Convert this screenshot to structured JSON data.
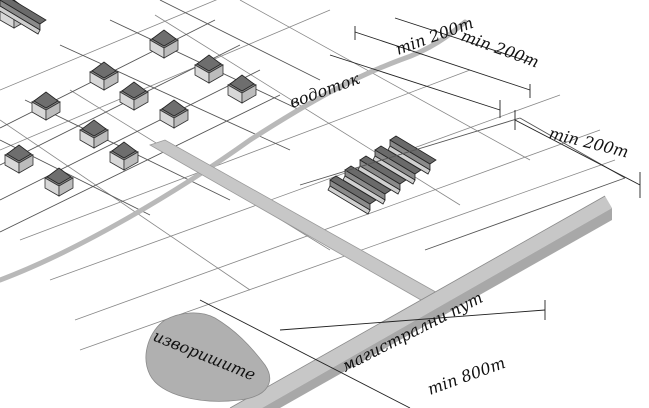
{
  "labels": {
    "watercourse": "водоток",
    "main_road": "магистрални пут",
    "spring": "изворишите",
    "dim_top_1": "min 200m",
    "dim_top_2": "min 200m",
    "dim_farm": "min 200m",
    "dim_road": "min 800m"
  },
  "colors": {
    "background": "#ffffff",
    "grid_line": "#555555",
    "dim_line": "#222222",
    "road": "#c7c7c7",
    "road_edge": "#9a9a9a",
    "watercourse": "#b9b9b9",
    "spring_area": "#b0b0b0",
    "house_roof": "#6e6e6e",
    "house_wall": "#d8d8d8",
    "barn_roof": "#8a8a8a"
  }
}
